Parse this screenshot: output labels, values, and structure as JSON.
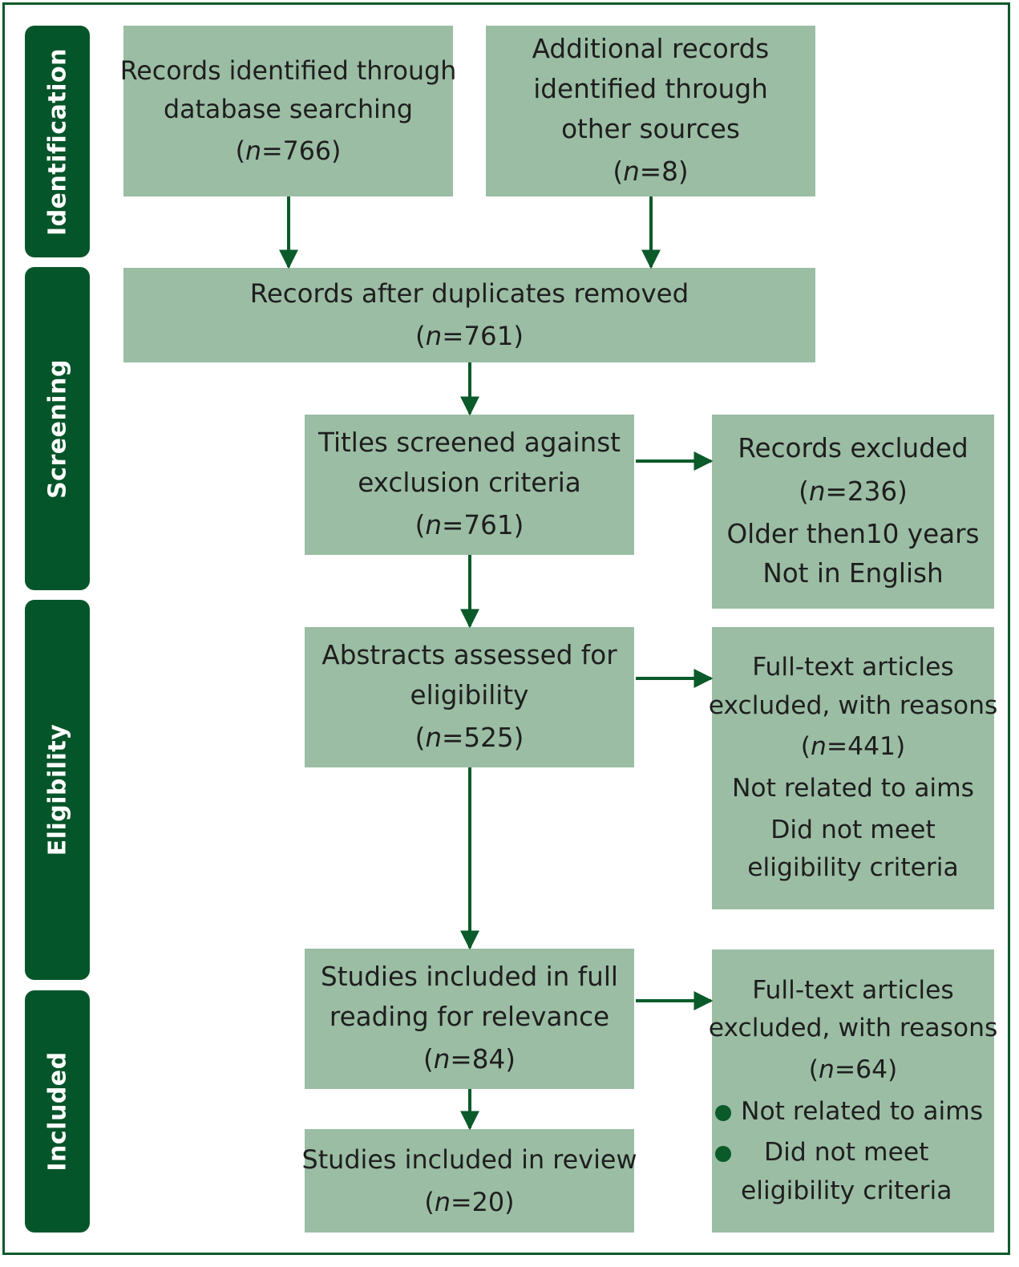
{
  "phases": {
    "identification": "Identification",
    "screening": "Screening",
    "eligibility": "Eligibility",
    "included": "Included"
  },
  "boxes": {
    "database": {
      "lines": [
        "Records identified through",
        "database searching"
      ],
      "n_prefix": "(",
      "n_var": "n",
      "n_value": "=766)"
    },
    "other_sources": {
      "lines": [
        "Additional records",
        "identified through",
        "other sources"
      ],
      "n_prefix": "(",
      "n_var": "n",
      "n_value": "=8)"
    },
    "deduplicated": {
      "lines": [
        "Records after duplicates removed"
      ],
      "n_prefix": "(",
      "n_var": "n",
      "n_value": "=761)"
    },
    "titles_screened": {
      "lines": [
        "Titles screened against",
        "exclusion criteria"
      ],
      "n_prefix": "(",
      "n_var": "n",
      "n_value": "=761)"
    },
    "records_excluded": {
      "lines": [
        "Records excluded"
      ],
      "n_prefix": "(",
      "n_var": "n",
      "n_value": "=236)",
      "reasons": [
        "Older then10 years",
        "Not in English"
      ]
    },
    "abstracts": {
      "lines": [
        "Abstracts assessed for",
        "eligibility"
      ],
      "n_prefix": "(",
      "n_var": "n",
      "n_value": "=525)"
    },
    "fulltext_excluded_1": {
      "lines": [
        "Full-text articles",
        "excluded, with reasons"
      ],
      "n_prefix": "(",
      "n_var": "n",
      "n_value": "=441)",
      "reason1": "Not related to aims",
      "reason2": [
        "Did not meet",
        "eligibility criteria"
      ]
    },
    "full_reading": {
      "lines": [
        "Studies included in full",
        "reading for relevance"
      ],
      "n_prefix": "(",
      "n_var": "n",
      "n_value": "=84)"
    },
    "fulltext_excluded_2": {
      "lines": [
        "Full-text articles",
        "excluded, with reasons"
      ],
      "n_prefix": "(",
      "n_var": "n",
      "n_value": "=64)",
      "bullets": [
        [
          "Not related to aims"
        ],
        [
          "Did not meet",
          "eligibility criteria"
        ]
      ]
    },
    "review": {
      "lines": [
        "Studies included in review"
      ],
      "n_prefix": "(",
      "n_var": "n",
      "n_value": "=20)"
    }
  },
  "colors": {
    "phase_fill": "#05552a",
    "box_fill": "#9bbda4",
    "arrow": "#0a5a2a",
    "text": "#1e1e1e"
  }
}
